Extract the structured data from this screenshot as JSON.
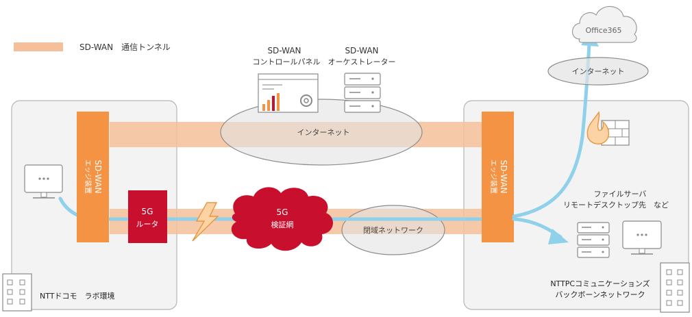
{
  "legend": {
    "label": "SD-WAN　通信トンネル"
  },
  "colors": {
    "tunnel": "#f5bf9a",
    "edge_device": "#f39343",
    "router": "#c8102e",
    "flow": "#8fd0ea",
    "cloud_gray": "#e6e6e6"
  },
  "control_panel": {
    "line1": "SD-WAN",
    "line2": "コントロールパネル"
  },
  "orchestrator": {
    "line1": "SD-WAN",
    "line2": "オーケストレーター"
  },
  "internet_center": {
    "label": "インターネット"
  },
  "internet_top_right": {
    "label": "インターネット"
  },
  "office365": {
    "label": "Office365"
  },
  "left_edge": {
    "line1": "SD-WAN",
    "line2": "エッジ装置"
  },
  "right_edge": {
    "line1": "SD-WAN",
    "line2": "エッジ装置"
  },
  "router": {
    "line1": "5G",
    "line2": "ルータ"
  },
  "network_5g": {
    "line1": "5G",
    "line2": "検証網"
  },
  "closed_network": {
    "label": "閉域ネットワーク"
  },
  "servers_caption": {
    "line1": "ファイルサーバ",
    "line2": "リモートデスクトップ先　など"
  },
  "left_site": {
    "label": "NTTドコモ　ラボ環境"
  },
  "right_site": {
    "line1": "NTTPCコミュニケーションズ",
    "line2": "バックボーンネットワーク"
  },
  "icons": [
    "monitor-icon",
    "server-icon",
    "dashboard-icon",
    "firewall-icon",
    "building-icon",
    "lightning-icon",
    "cloud-icon"
  ]
}
